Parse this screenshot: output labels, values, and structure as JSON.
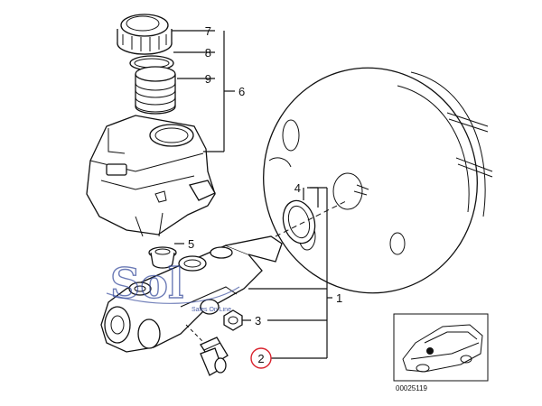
{
  "callouts": {
    "c1": "1",
    "c2": "2",
    "c3": "3",
    "c4": "4",
    "c5": "5",
    "c6": "6",
    "c7": "7",
    "c8": "8",
    "c9": "9"
  },
  "highlight_color": "#d9232e",
  "reference_code": "00025119",
  "watermark": {
    "logo_text": "Sol",
    "tagline": "Sales On Line",
    "color": "#3b4f9e"
  }
}
